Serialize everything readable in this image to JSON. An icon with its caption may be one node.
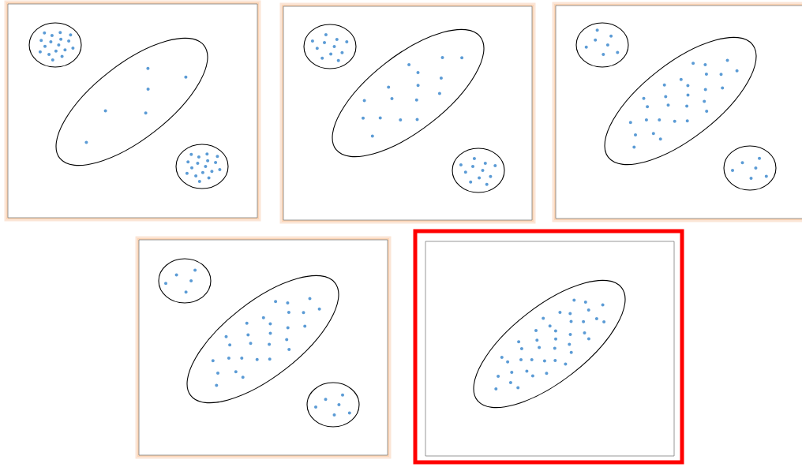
{
  "diagram": {
    "nodes": [
      {
        "text": [],
        "shape": "box"
      },
      {
        "text": [],
        "shape": "ellipse",
        "in": 0
      },
      {
        "text": [],
        "shape": "ellipse",
        "in": 0
      },
      {
        "text": [],
        "shape": "ellipse",
        "in": 0
      },
      {
        "text": [],
        "shape": "box"
      },
      {
        "text": [],
        "shape": "ellipse",
        "in": 4
      },
      {
        "text": [],
        "shape": "ellipse",
        "in": 4
      },
      {
        "text": [],
        "shape": "ellipse",
        "in": 4
      },
      {
        "text": [],
        "shape": "box"
      },
      {
        "text": [],
        "shape": "ellipse",
        "in": 8
      },
      {
        "text": [],
        "shape": "ellipse",
        "in": 8
      },
      {
        "text": [],
        "shape": "ellipse",
        "in": 8
      },
      {
        "text": [],
        "shape": "box"
      },
      {
        "text": [],
        "shape": "ellipse",
        "in": 12
      },
      {
        "text": [],
        "shape": "ellipse",
        "in": 12
      },
      {
        "text": [],
        "shape": "ellipse",
        "in": 12
      },
      {
        "text": [],
        "shape": "box"
      },
      {
        "text": [],
        "shape": "ellipse",
        "in": 16
      }
    ]
  }
}
